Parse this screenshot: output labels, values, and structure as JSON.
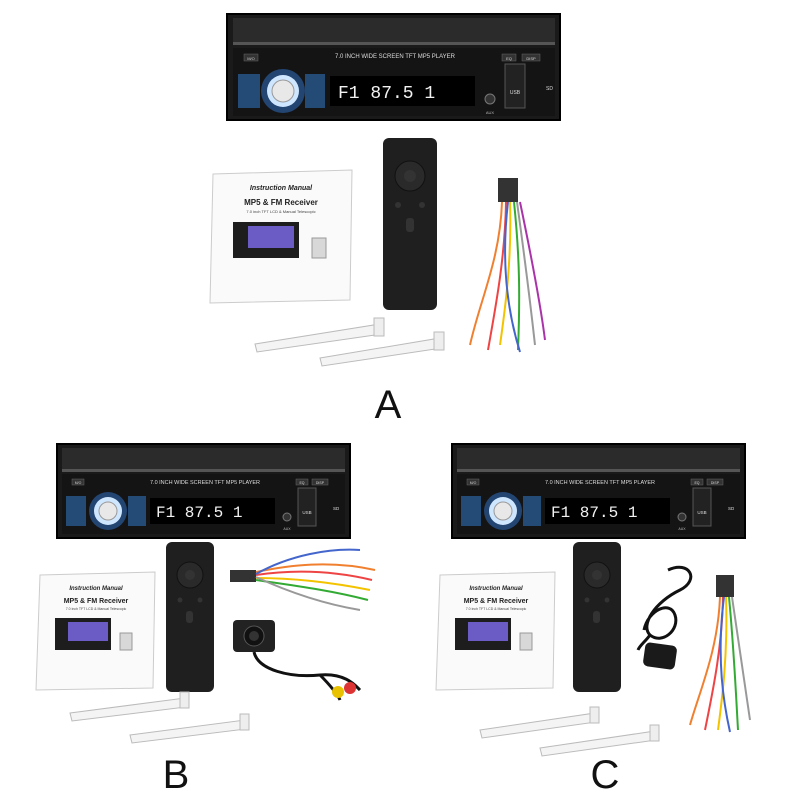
{
  "kits": [
    {
      "label": "A",
      "head_unit": {
        "banner": "7.0 INCH WIDE SCREEN TFT  MP5 PLAYER",
        "display": "F1  87.5 1",
        "buttons": {
          "top_left": "M/O",
          "right_1": "EQ",
          "right_2": "DISP",
          "usb": "USB",
          "sd": "SD",
          "aux": "AUX"
        }
      },
      "manual": {
        "title": "Instruction Manual",
        "heading": "MP5 & FM Receiver",
        "subtitle": "7.0 inch TFT LCD & Manual Telescopic"
      },
      "accessories": [
        "remote-control",
        "wiring-harness",
        "mounting-brackets"
      ]
    },
    {
      "label": "B",
      "head_unit": {
        "banner": "7.0 INCH WIDE SCREEN TFT  MP5 PLAYER",
        "display": "F1  87.5 1",
        "buttons": {
          "top_left": "M/O",
          "right_1": "EQ",
          "right_2": "DISP",
          "usb": "USB",
          "sd": "SD",
          "aux": "AUX"
        }
      },
      "manual": {
        "title": "Instruction Manual",
        "heading": "MP5 & FM Receiver",
        "subtitle": "7.0 inch TFT LCD & Manual Telescopic"
      },
      "accessories": [
        "remote-control",
        "wiring-harness",
        "rear-view-camera",
        "mounting-brackets"
      ]
    },
    {
      "label": "C",
      "head_unit": {
        "banner": "7.0 INCH WIDE SCREEN TFT  MP5 PLAYER",
        "display": "F1  87.5 1",
        "buttons": {
          "top_left": "M/O",
          "right_1": "EQ",
          "right_2": "DISP",
          "usb": "USB",
          "sd": "SD",
          "aux": "AUX"
        }
      },
      "manual": {
        "title": "Instruction Manual",
        "heading": "MP5 & FM Receiver",
        "subtitle": "7.0 inch TFT LCD & Manual Telescopic"
      },
      "accessories": [
        "remote-control",
        "gps-antenna",
        "wiring-harness",
        "mounting-brackets"
      ]
    }
  ]
}
